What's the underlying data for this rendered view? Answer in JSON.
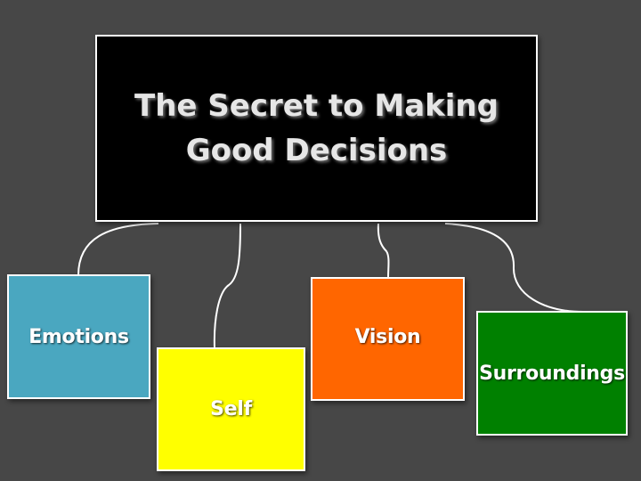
{
  "title": {
    "line1": "The Secret to Making",
    "line2": "Good Decisions"
  },
  "nodes": [
    {
      "label": "Emotions",
      "color": "#4aa7c0"
    },
    {
      "label": "Self",
      "color": "#ffff00"
    },
    {
      "label": "Vision",
      "color": "#ff6600"
    },
    {
      "label": "Surroundings",
      "color": "#008000"
    }
  ],
  "colors": {
    "background": "#474747",
    "title_box": "#000000",
    "border": "#ffffff"
  }
}
